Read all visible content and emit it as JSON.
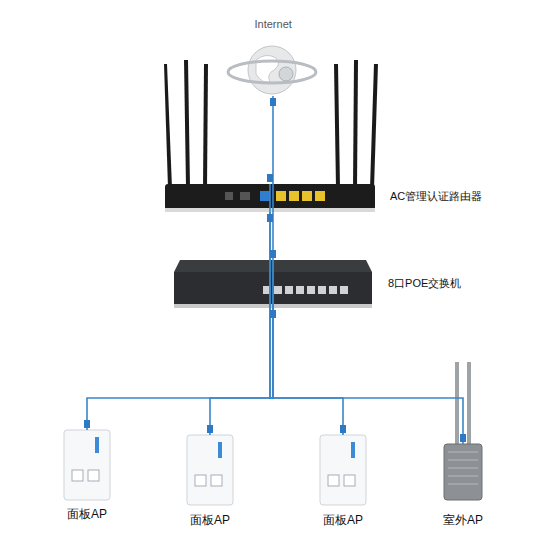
{
  "diagram": {
    "nodes": [
      {
        "text": [
          "Internet"
        ]
      },
      {
        "text": [
          "AC管理认证路由器"
        ]
      },
      {
        "text": [
          "8口POE交换机"
        ]
      },
      {
        "text": [
          "面板AP"
        ]
      },
      {
        "text": [
          "面板AP"
        ]
      },
      {
        "text": [
          "面板AP"
        ]
      },
      {
        "text": [
          "室外AP"
        ]
      }
    ],
    "edges": [
      {
        "from": 0,
        "to": 1,
        "arrow": "none"
      },
      {
        "from": 1,
        "to": 2,
        "arrow": "none"
      },
      {
        "from": 2,
        "to": 3,
        "arrow": "none"
      },
      {
        "from": 2,
        "to": 4,
        "arrow": "none"
      },
      {
        "from": 2,
        "to": 5,
        "arrow": "none"
      },
      {
        "from": 2,
        "to": 6,
        "arrow": "none"
      }
    ]
  }
}
